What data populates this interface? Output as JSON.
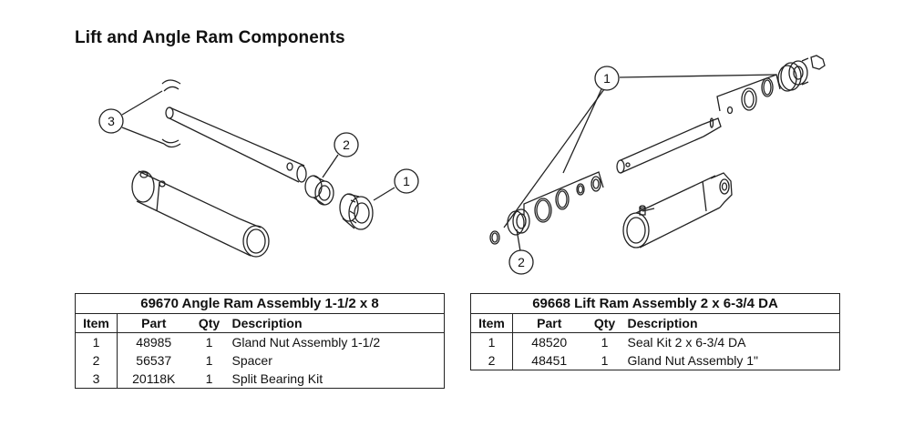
{
  "page": {
    "title": "Lift and Angle Ram Components"
  },
  "callouts": {
    "one": "1",
    "two": "2",
    "three": "3"
  },
  "tables": [
    {
      "caption": "69670  Angle Ram Assembly 1-1/2 x 8",
      "headers": {
        "item": "Item",
        "part": "Part",
        "qty": "Qty",
        "description": "Description"
      },
      "rows": [
        {
          "item": "1",
          "part": "48985",
          "qty": "1",
          "description": "Gland Nut Assembly 1-1/2"
        },
        {
          "item": "2",
          "part": "56537",
          "qty": "1",
          "description": "Spacer"
        },
        {
          "item": "3",
          "part": "20118K",
          "qty": "1",
          "description": "Split Bearing Kit"
        }
      ]
    },
    {
      "caption": "69668  Lift Ram Assembly 2 x 6-3/4 DA",
      "headers": {
        "item": "Item",
        "part": "Part",
        "qty": "Qty",
        "description": "Description"
      },
      "rows": [
        {
          "item": "1",
          "part": "48520",
          "qty": "1",
          "description": "Seal Kit 2 x 6-3/4 DA"
        },
        {
          "item": "2",
          "part": "48451",
          "qty": "1",
          "description": "Gland Nut Assembly 1\""
        }
      ]
    }
  ]
}
